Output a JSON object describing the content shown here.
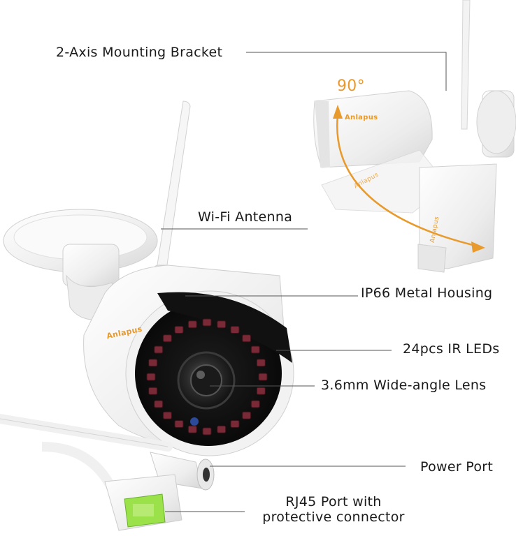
{
  "brand": "Anlapus",
  "rotation_label": "90°",
  "callouts": {
    "mounting_bracket": "2-Axis Mounting Bracket",
    "wifi_antenna": "Wi-Fi Antenna",
    "housing": "IP66 Metal Housing",
    "ir_leds": "24pcs IR LEDs",
    "lens": "3.6mm Wide-angle Lens",
    "power_port": "Power Port",
    "rj45_line1": "RJ45 Port with",
    "rj45_line2": "protective connector"
  },
  "colors": {
    "accent": "#e89a2c",
    "rj45_highlight": "#9be14a",
    "body": "#f4f4f4",
    "ir_led": "#7a2a36"
  }
}
